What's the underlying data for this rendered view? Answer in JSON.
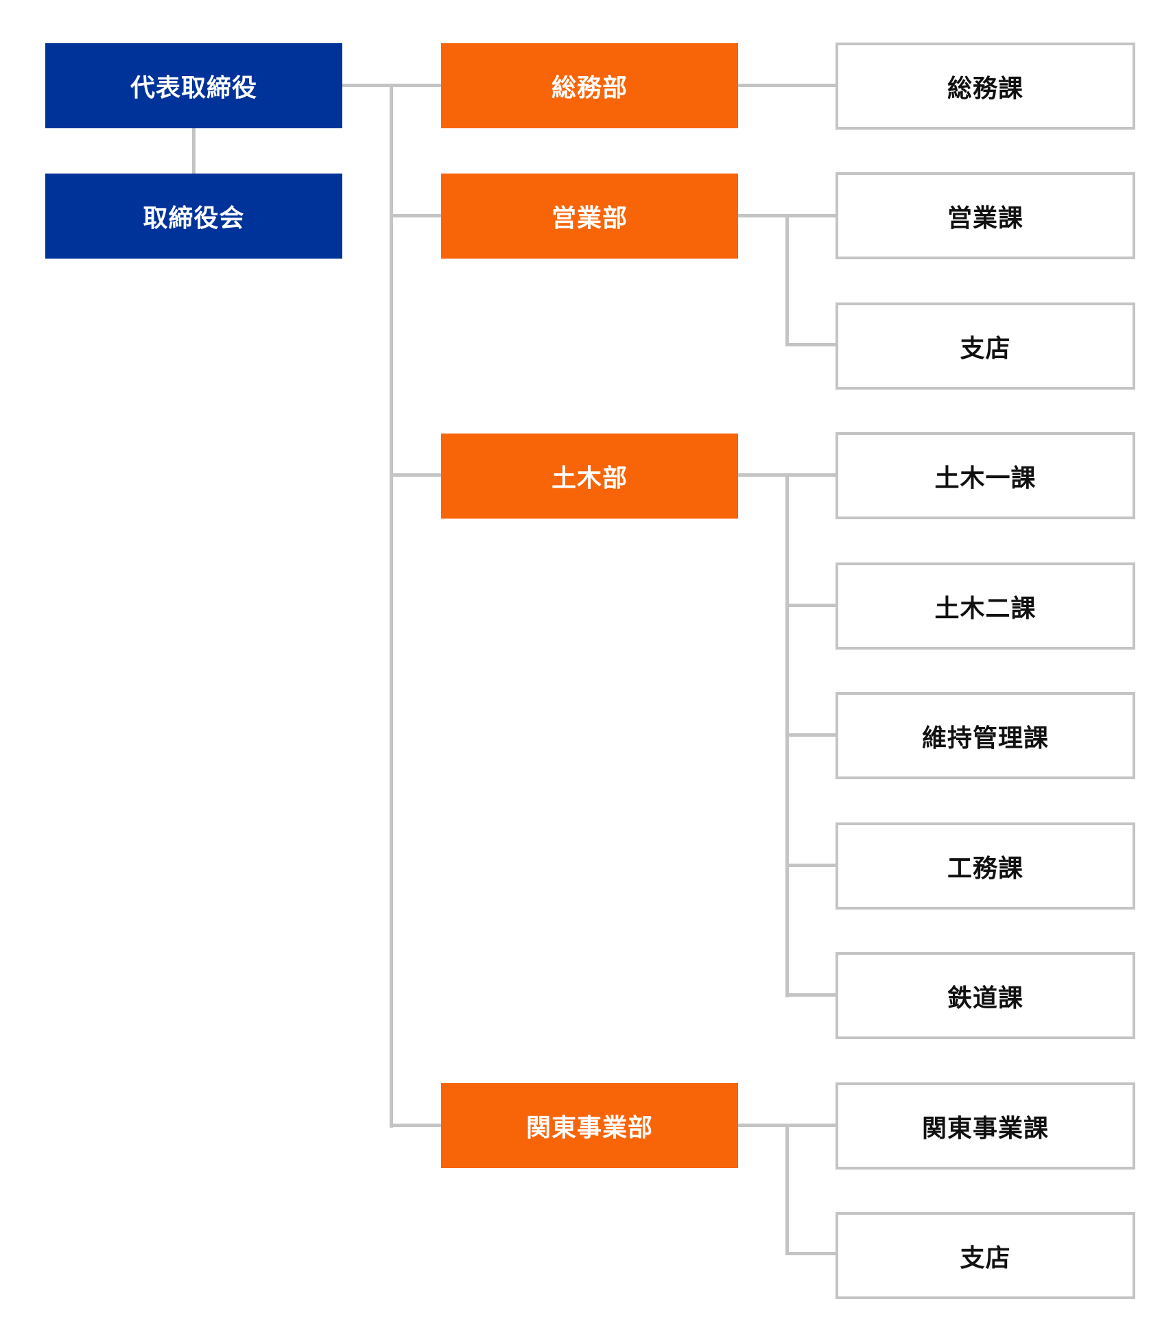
{
  "executives": {
    "ceo": "代表取締役",
    "board": "取締役会"
  },
  "departments": {
    "general_affairs": {
      "label": "総務部",
      "sections": [
        "総務課"
      ]
    },
    "sales": {
      "label": "営業部",
      "sections": [
        "営業課",
        "支店"
      ]
    },
    "civil_engineering": {
      "label": "土木部",
      "sections": [
        "土木一課",
        "土木二課",
        "維持管理課",
        "工務課",
        "鉄道課"
      ]
    },
    "kanto": {
      "label": "関東事業部",
      "sections": [
        "関東事業課",
        "支店"
      ]
    }
  },
  "colors": {
    "executive": "#003399",
    "department": "#f86408",
    "connector": "#c4c4c4"
  }
}
